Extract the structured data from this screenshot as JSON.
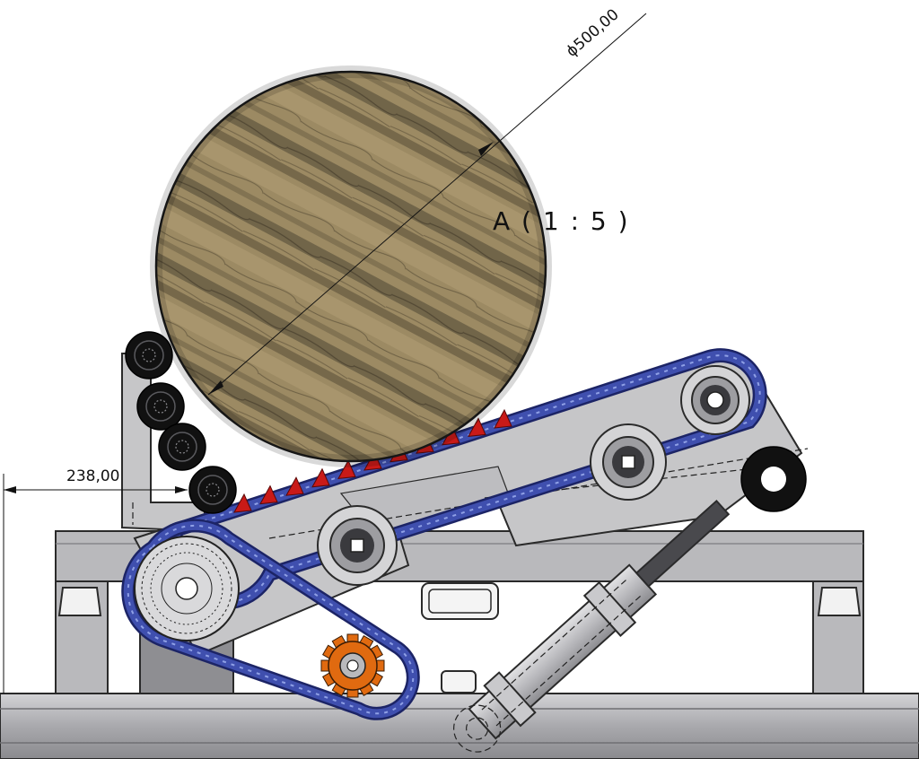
{
  "drawing": {
    "view_label": "A ( 1 : 5 )",
    "dimensions": {
      "log_diameter": "ϕ500,00",
      "offset_width": "238,00"
    }
  },
  "colors": {
    "frame_steel": "#b9b9bc",
    "frame_shadow": "#8e8e92",
    "arm_plate": "#c6c6c8",
    "chain": "#3f4fae",
    "chain_dark": "#1c2466",
    "teeth": "#c91a18",
    "drive_sprocket": "#e06a10",
    "roller": "#111111",
    "wood_light": "#9c8a63",
    "wood_dark": "#4f4632"
  },
  "icons": {
    "log": "wooden-log-section",
    "cylinder": "hydraulic-cylinder",
    "sprocket": "orange-drive-sprocket"
  }
}
